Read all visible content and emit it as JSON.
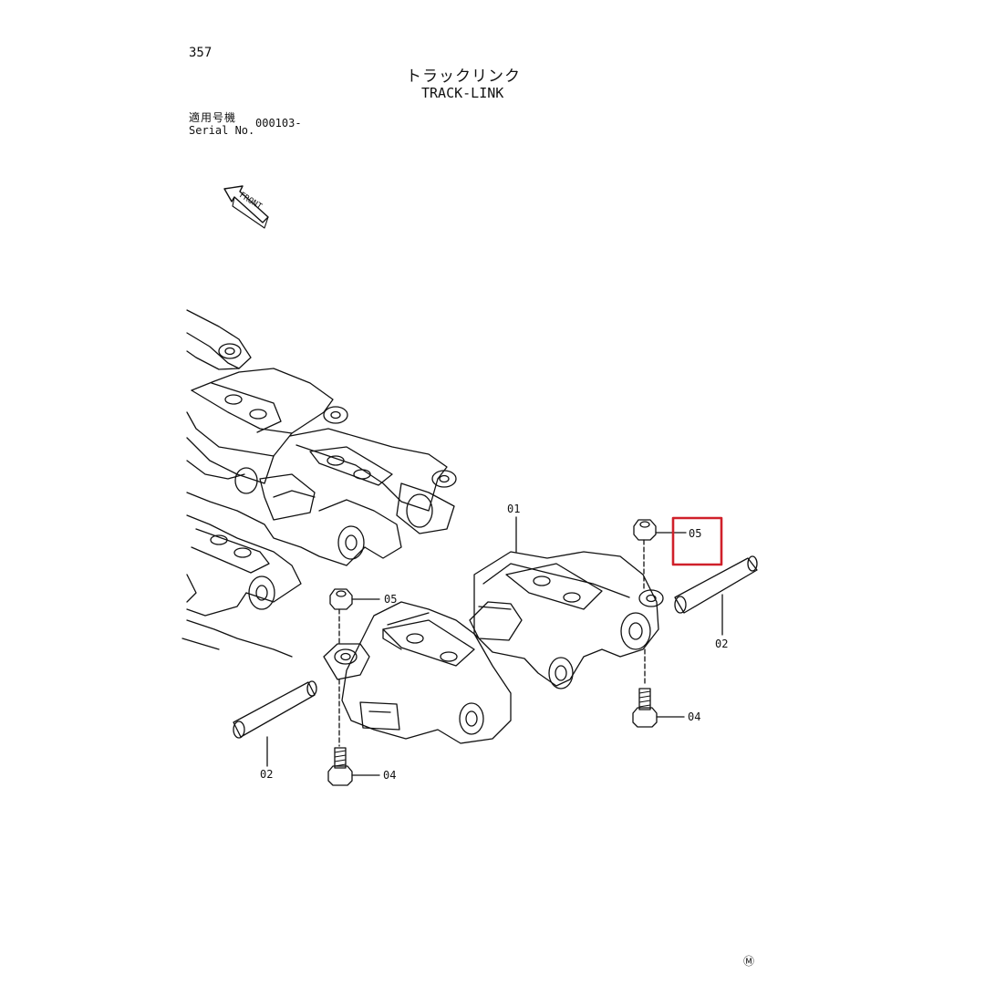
{
  "page_number": "357",
  "title_ja": "トラックリンク",
  "title_en": "TRACK-LINK",
  "serial_label_ja": "適用号機",
  "serial_label_en": "Serial No.",
  "serial_value": "000103-",
  "front_label": "FRONT",
  "callouts": {
    "link_assembly": "01",
    "pin_right": "02",
    "pin_left": "02",
    "nut_left": "05",
    "nut_right_highlighted": "05",
    "bolt_right": "04",
    "bolt_left": "04"
  },
  "highlight_color": "#d0202a",
  "corner_mark": "Ⓜ"
}
